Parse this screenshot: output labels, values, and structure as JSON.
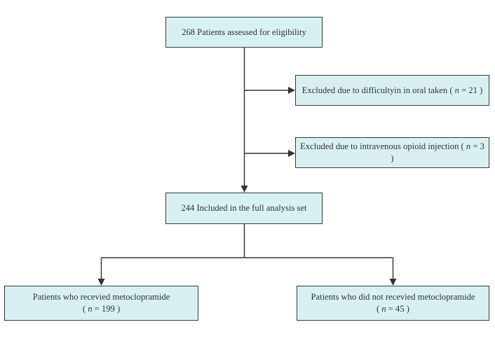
{
  "diagram": {
    "kind": "patient-flow-diagram",
    "boxes": {
      "assessed": {
        "line1": "268 Patients assessed for eligibility"
      },
      "excluded_oral": {
        "before": "Excluded due to difficultyin in oral taken ( ",
        "n": "n",
        "after": " = 21 )"
      },
      "excluded_opioid": {
        "before": "Excluded due to intravenous opioid injection ( ",
        "n": "n",
        "after": " = 3 )"
      },
      "full_analysis": {
        "line1": "244 Included in the full analysis set"
      },
      "metoclopramide": {
        "line1": "Patients who recevied metoclopramide",
        "before": "( ",
        "n": "n",
        "after": " = 199 )"
      },
      "no_metoclopramide": {
        "line1": "Patients who did not recevied metoclopramide",
        "before": "( ",
        "n": "n",
        "after": " = 45 )"
      }
    },
    "colors": {
      "box_fill": "#d9f0f2",
      "box_border": "#333a40",
      "line": "#333333",
      "text": "#333333",
      "background": "#ffffff"
    }
  }
}
